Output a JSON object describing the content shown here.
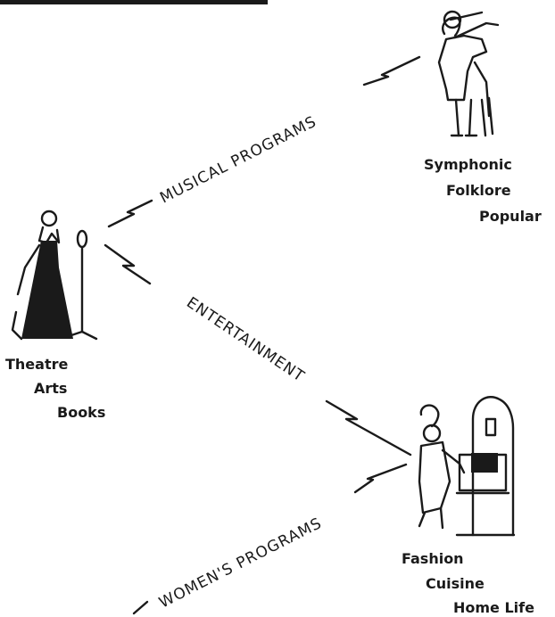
{
  "routes": {
    "musical": "MUSICAL PROGRAMS",
    "entertainment": "ENTERTAINMENT",
    "womens": "WOMEN'S PROGRAMS"
  },
  "nodes": {
    "conductor": {
      "lines": [
        "Symphonic",
        "Folklore",
        "Popular"
      ],
      "icon": "conductor-icon"
    },
    "singer": {
      "lines": [
        "Theatre",
        "Arts",
        "Books"
      ],
      "icon": "singer-icon"
    },
    "chef": {
      "lines": [
        "Fashion",
        "Cuisine",
        "Home Life"
      ],
      "icon": "chef-icon"
    }
  },
  "colors": {
    "ink": "#1a1a1a",
    "background": "#ffffff"
  }
}
